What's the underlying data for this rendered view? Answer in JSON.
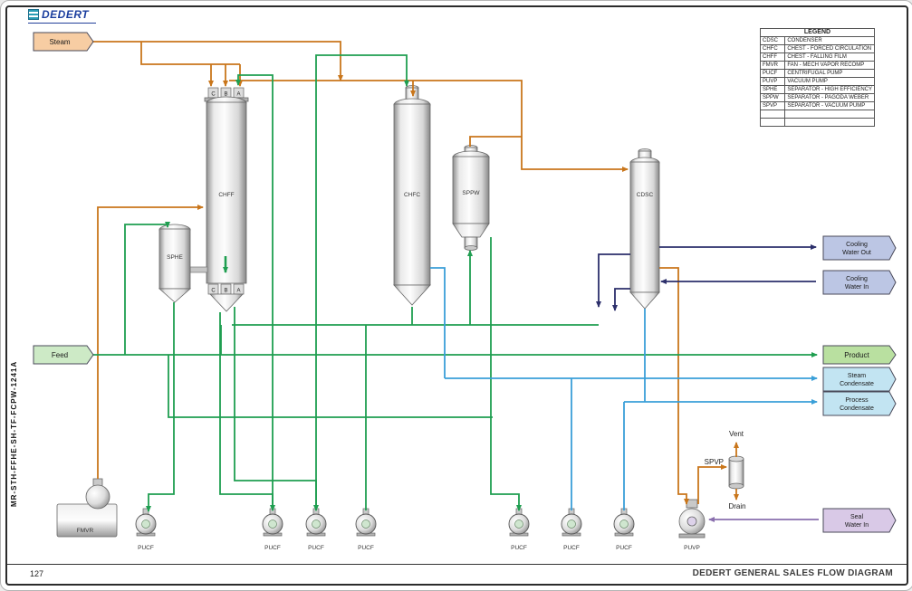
{
  "page": {
    "logo_text": "DEDERT",
    "drawing_code": "MR-STH-FFHE-SH-TF-FCPW-1241A",
    "page_number": "127",
    "footer_title": "DEDERT GENERAL SALES FLOW DIAGRAM"
  },
  "legend": {
    "title": "LEGEND",
    "entries": [
      {
        "code": "CDSC",
        "desc": "CONDENSER"
      },
      {
        "code": "CHFC",
        "desc": "CHEST - FORCED CIRCULATION"
      },
      {
        "code": "CHFF",
        "desc": "CHEST - FALLING FILM"
      },
      {
        "code": "FMVR",
        "desc": "FAN - MECH VAPOR RECOMP"
      },
      {
        "code": "PUCF",
        "desc": "CENTRIFUGAL PUMP"
      },
      {
        "code": "PUVP",
        "desc": "VACUUM PUMP"
      },
      {
        "code": "SPHE",
        "desc": "SEPARATOR - HIGH EFFICIENCY"
      },
      {
        "code": "SPPW",
        "desc": "SEPARATOR - PAGODA WEBER"
      },
      {
        "code": "SPVP",
        "desc": "SEPARATOR - VACUUM PUMP"
      }
    ]
  },
  "tags": {
    "steam": {
      "label": "Steam",
      "fill": "#f7cda3"
    },
    "feed": {
      "label": "Feed",
      "fill": "#cdeac6"
    },
    "cooling_water_out": {
      "line1": "Cooling",
      "line2": "Water Out",
      "fill": "#bcc6e4"
    },
    "cooling_water_in": {
      "line1": "Cooling",
      "line2": "Water In",
      "fill": "#bcc6e4"
    },
    "product": {
      "line1": "Product",
      "fill": "#b9e0a0"
    },
    "steam_condensate": {
      "line1": "Steam",
      "line2": "Condensate",
      "fill": "#c2e4f2"
    },
    "process_condensate": {
      "line1": "Process",
      "line2": "Condensate",
      "fill": "#c2e4f2"
    },
    "seal_water_in": {
      "line1": "Seal",
      "line2": "Water In",
      "fill": "#d9c9e7"
    },
    "vent": {
      "label": "Vent"
    },
    "drain": {
      "label": "Drain"
    }
  },
  "equipment": {
    "chff": "CHFF",
    "sphe": "SPHE",
    "chfc": "CHFC",
    "sppw": "SPPW",
    "cdsc": "CDSC",
    "fmvr": "FMVR",
    "pucf": "PUCF",
    "puvp": "PUVP",
    "spvp": "SPVP",
    "nozzle_c": "C",
    "nozzle_b": "B",
    "nozzle_a": "A"
  },
  "colors": {
    "steam": "#c9761b",
    "feed": "#1f9e50",
    "condensate": "#3a9fd8",
    "cooling_water": "#2c2f6b",
    "seal_water": "#8a6fae"
  }
}
